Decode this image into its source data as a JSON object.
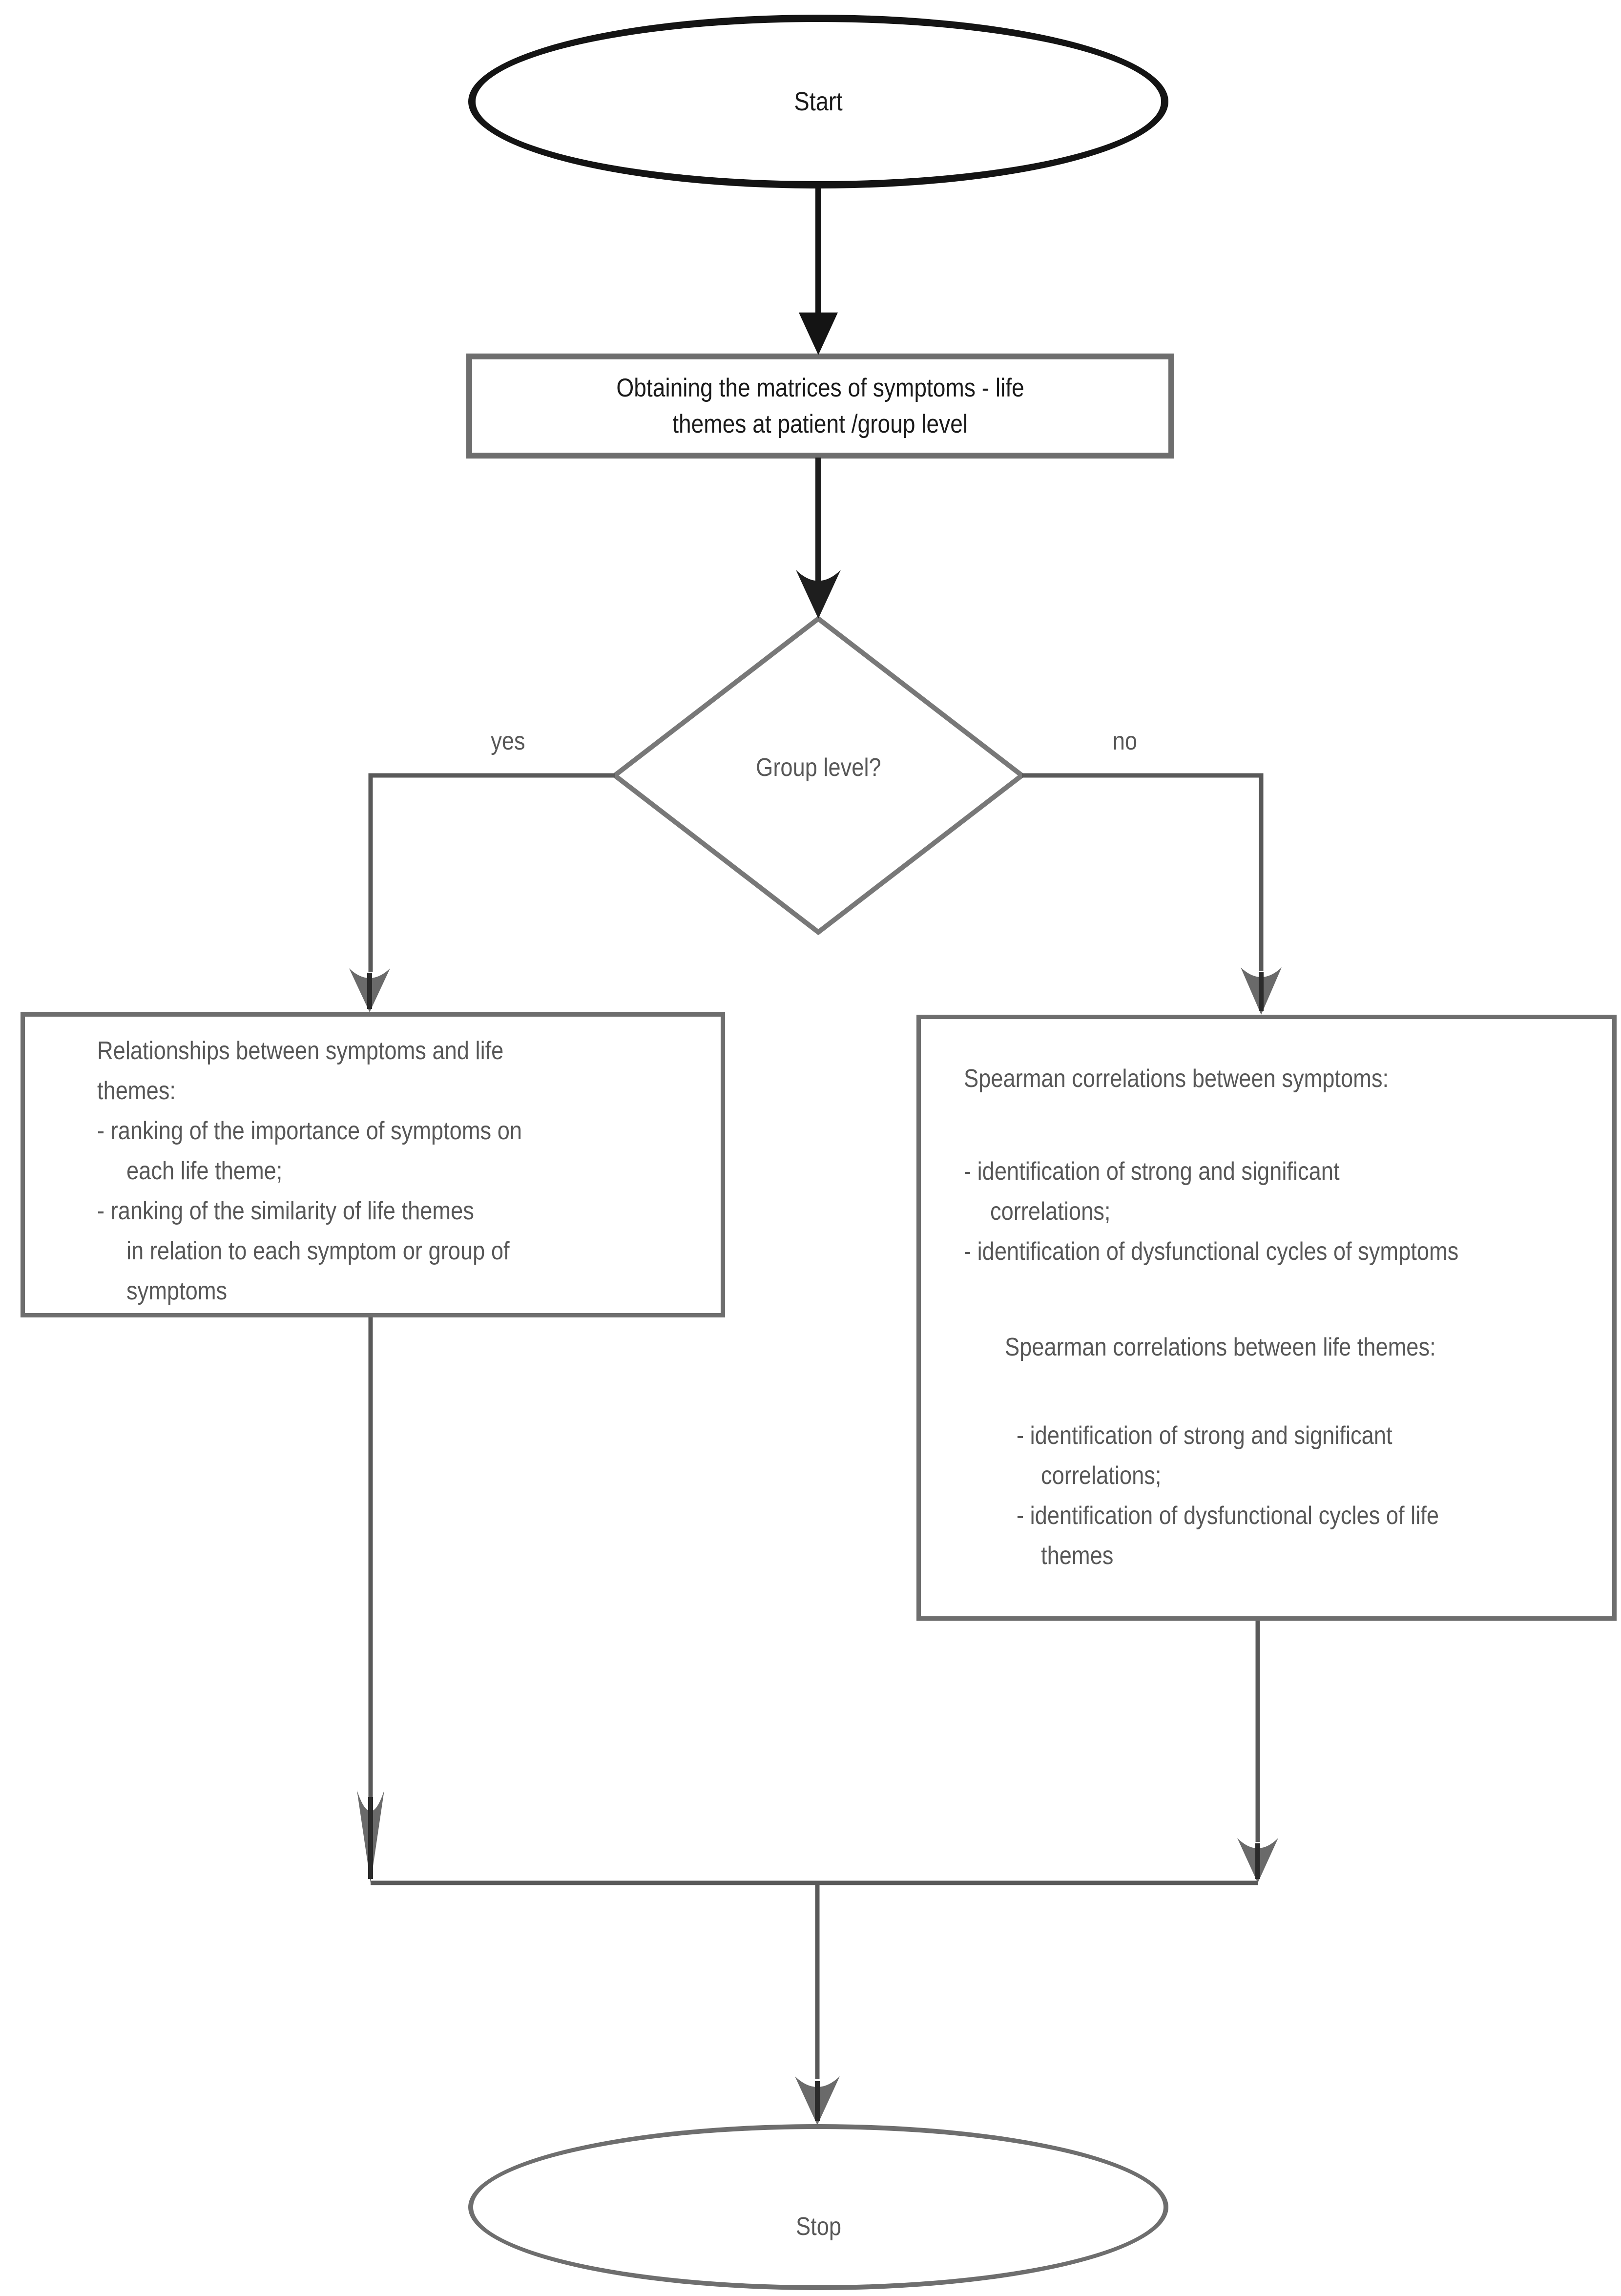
{
  "flowchart": {
    "start": {
      "label": "Start"
    },
    "process": {
      "lines": [
        "Obtaining the matrices of symptoms - life",
        "themes at patient /group level"
      ]
    },
    "decision": {
      "label": "Group level?",
      "yes_label": "yes",
      "no_label": "no"
    },
    "left_box": {
      "lines": [
        "Relationships between symptoms and life",
        "themes:",
        "- ranking of the importance of symptoms on",
        "each life theme;",
        "- ranking of the similarity of life themes",
        "in relation to each symptom or group of",
        "symptoms"
      ]
    },
    "right_box": {
      "lines": [
        "Spearman correlations between symptoms:",
        "- identification of strong and significant",
        "correlations;",
        "- identification of dysfunctional cycles of symptoms",
        "Spearman correlations between life themes:",
        "- identification of strong and significant",
        "correlations;",
        "- identification of dysfunctional cycles of life",
        "themes"
      ]
    },
    "stop": {
      "label": "Stop"
    },
    "colors": {
      "black_ink": "#141414",
      "gray_border": "#6e6e6e",
      "gray_line": "#595959",
      "gray_arrowhead": "#6a6a6a",
      "gray_text": "#575757",
      "background": "#ffffff"
    }
  }
}
